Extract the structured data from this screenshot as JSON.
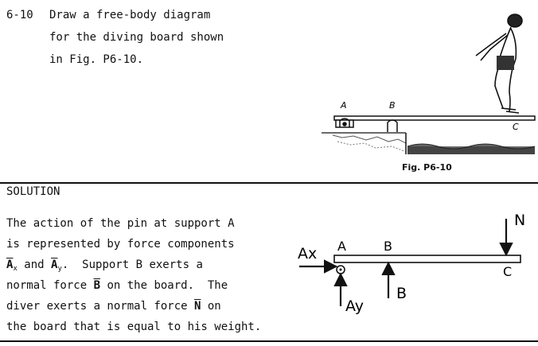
{
  "problem": {
    "number": "6-10",
    "lines": [
      "Draw a free-body diagram",
      "for the diving board shown",
      "in Fig. P6-10."
    ]
  },
  "figure": {
    "caption": "Fig. P6-10",
    "label_a": "A",
    "label_b": "B",
    "label_c": "C"
  },
  "solution": {
    "heading": "SOLUTION",
    "line1": "The action of the pin at support A",
    "line2": "is represented by force components",
    "line3_a": "A",
    "line3_a_sub": "x",
    "line3_and": " and ",
    "line3_b": "A",
    "line3_b_sub": "y",
    "line3_rest": ".  Support B exerts a",
    "line4_pre": "normal force ",
    "line4_b": "B",
    "line4_post": " on the board.  The",
    "line5_pre": "diver exerts a normal force ",
    "line5_n": "N",
    "line5_post": " on",
    "line6": "the board that is equal to his weight."
  },
  "fbd": {
    "label_ax": "Ax",
    "label_ay": "Ay",
    "label_a": "A",
    "label_b_top": "B",
    "label_b_force": "B",
    "label_c": "C",
    "label_n": "N"
  }
}
